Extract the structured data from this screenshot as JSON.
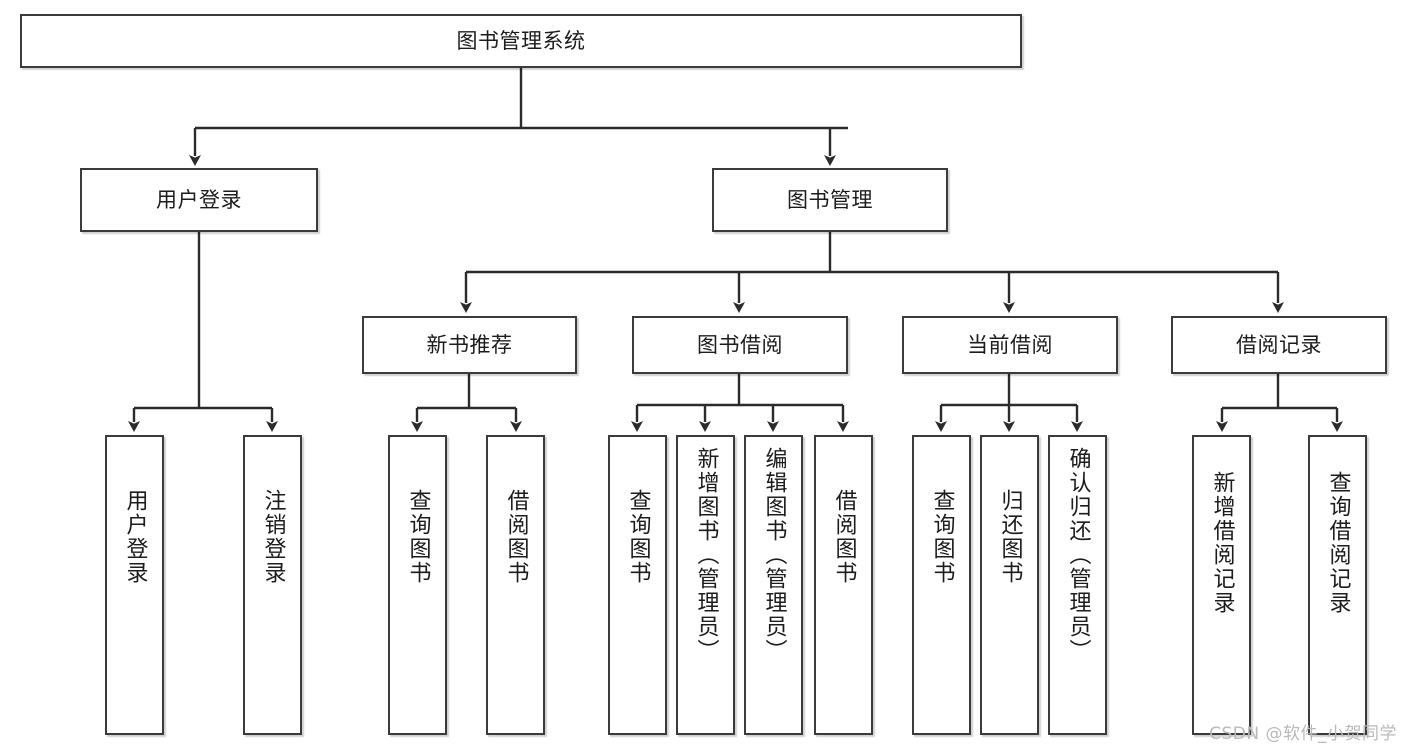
{
  "diagram": {
    "type": "tree",
    "title": "图书管理系统",
    "root": {
      "label": "图书管理系统"
    },
    "level2": [
      {
        "label": "用户登录"
      },
      {
        "label": "图书管理"
      }
    ],
    "level3": [
      {
        "label": "新书推荐"
      },
      {
        "label": "图书借阅"
      },
      {
        "label": "当前借阅"
      },
      {
        "label": "借阅记录"
      }
    ],
    "leaves": {
      "user_login": [
        {
          "label": "用户登录"
        },
        {
          "label": "注销登录"
        }
      ],
      "new_book_recommend": [
        {
          "label": "查询图书"
        },
        {
          "label": "借阅图书"
        }
      ],
      "book_borrow": [
        {
          "label": "查询图书"
        },
        {
          "label": "新增图书（管理员）"
        },
        {
          "label": "编辑图书（管理员）"
        },
        {
          "label": "借阅图书"
        }
      ],
      "current_borrow": [
        {
          "label": "查询图书"
        },
        {
          "label": "归还图书"
        },
        {
          "label": "确认归还（管理员）"
        }
      ],
      "borrow_record": [
        {
          "label": "新增借阅记录"
        },
        {
          "label": "查询借阅记录"
        }
      ]
    }
  },
  "watermark": {
    "text": "CSDN @软件_小贺同学"
  },
  "colors": {
    "box_border": "#3b3b3b",
    "box_fill": "#ffffff",
    "edge": "#2b2b2b",
    "text": "#1c1c1c",
    "watermark": "#b9b9b9"
  }
}
